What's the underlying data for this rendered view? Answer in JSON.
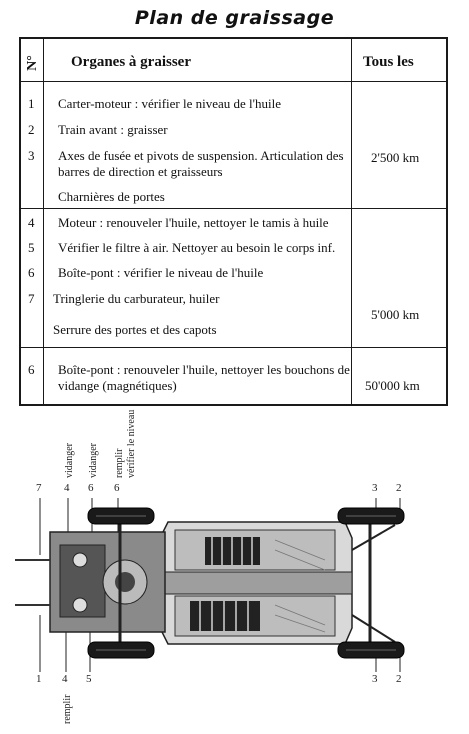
{
  "title": "Plan de graissage",
  "table": {
    "headers": {
      "no": "N°",
      "organes": "Organes à graisser",
      "tous_les": "Tous les"
    },
    "groups": [
      {
        "km": "2'500 km",
        "rows": [
          {
            "no": "1",
            "text": "Carter-moteur : vérifier le niveau de l'huile"
          },
          {
            "no": "2",
            "text": "Train avant : graisser"
          },
          {
            "no": "3",
            "text": "Axes de fusée et pivots de suspension. Articulation des barres de direction et graisseurs"
          },
          {
            "no": "",
            "text": "Charnières de portes"
          }
        ]
      },
      {
        "km": "5'000 km",
        "rows": [
          {
            "no": "4",
            "text": "Moteur : renouveler l'huile, nettoyer le tamis à huile"
          },
          {
            "no": "5",
            "text": "Vérifier le filtre à air. Nettoyer au besoin le corps inf."
          },
          {
            "no": "6",
            "text": "Boîte-pont : vérifier le niveau de l'huile"
          },
          {
            "no": "7",
            "text": "Tringlerie du carburateur, huiler"
          },
          {
            "no": "",
            "text": "Serrure des portes et des capots"
          }
        ]
      },
      {
        "km": "50'000 km",
        "rows": [
          {
            "no": "6",
            "text": "Boîte-pont : renouveler l'huile, nettoyer les bouchons de vidange (magnétiques)"
          }
        ]
      }
    ]
  },
  "diagram": {
    "top_labels": [
      {
        "num": "7",
        "text": ""
      },
      {
        "num": "4",
        "text": "vidanger"
      },
      {
        "num": "6",
        "text": "vidanger"
      },
      {
        "num": "6",
        "text": "remplir"
      },
      {
        "num": "",
        "text": "vérifier le niveau"
      }
    ],
    "bottom_labels": [
      {
        "num": "1",
        "text": ""
      },
      {
        "num": "4",
        "text": "remplir"
      },
      {
        "num": "5",
        "text": ""
      }
    ],
    "right_top": [
      "3",
      "2"
    ],
    "right_bottom": [
      "3",
      "2"
    ]
  }
}
